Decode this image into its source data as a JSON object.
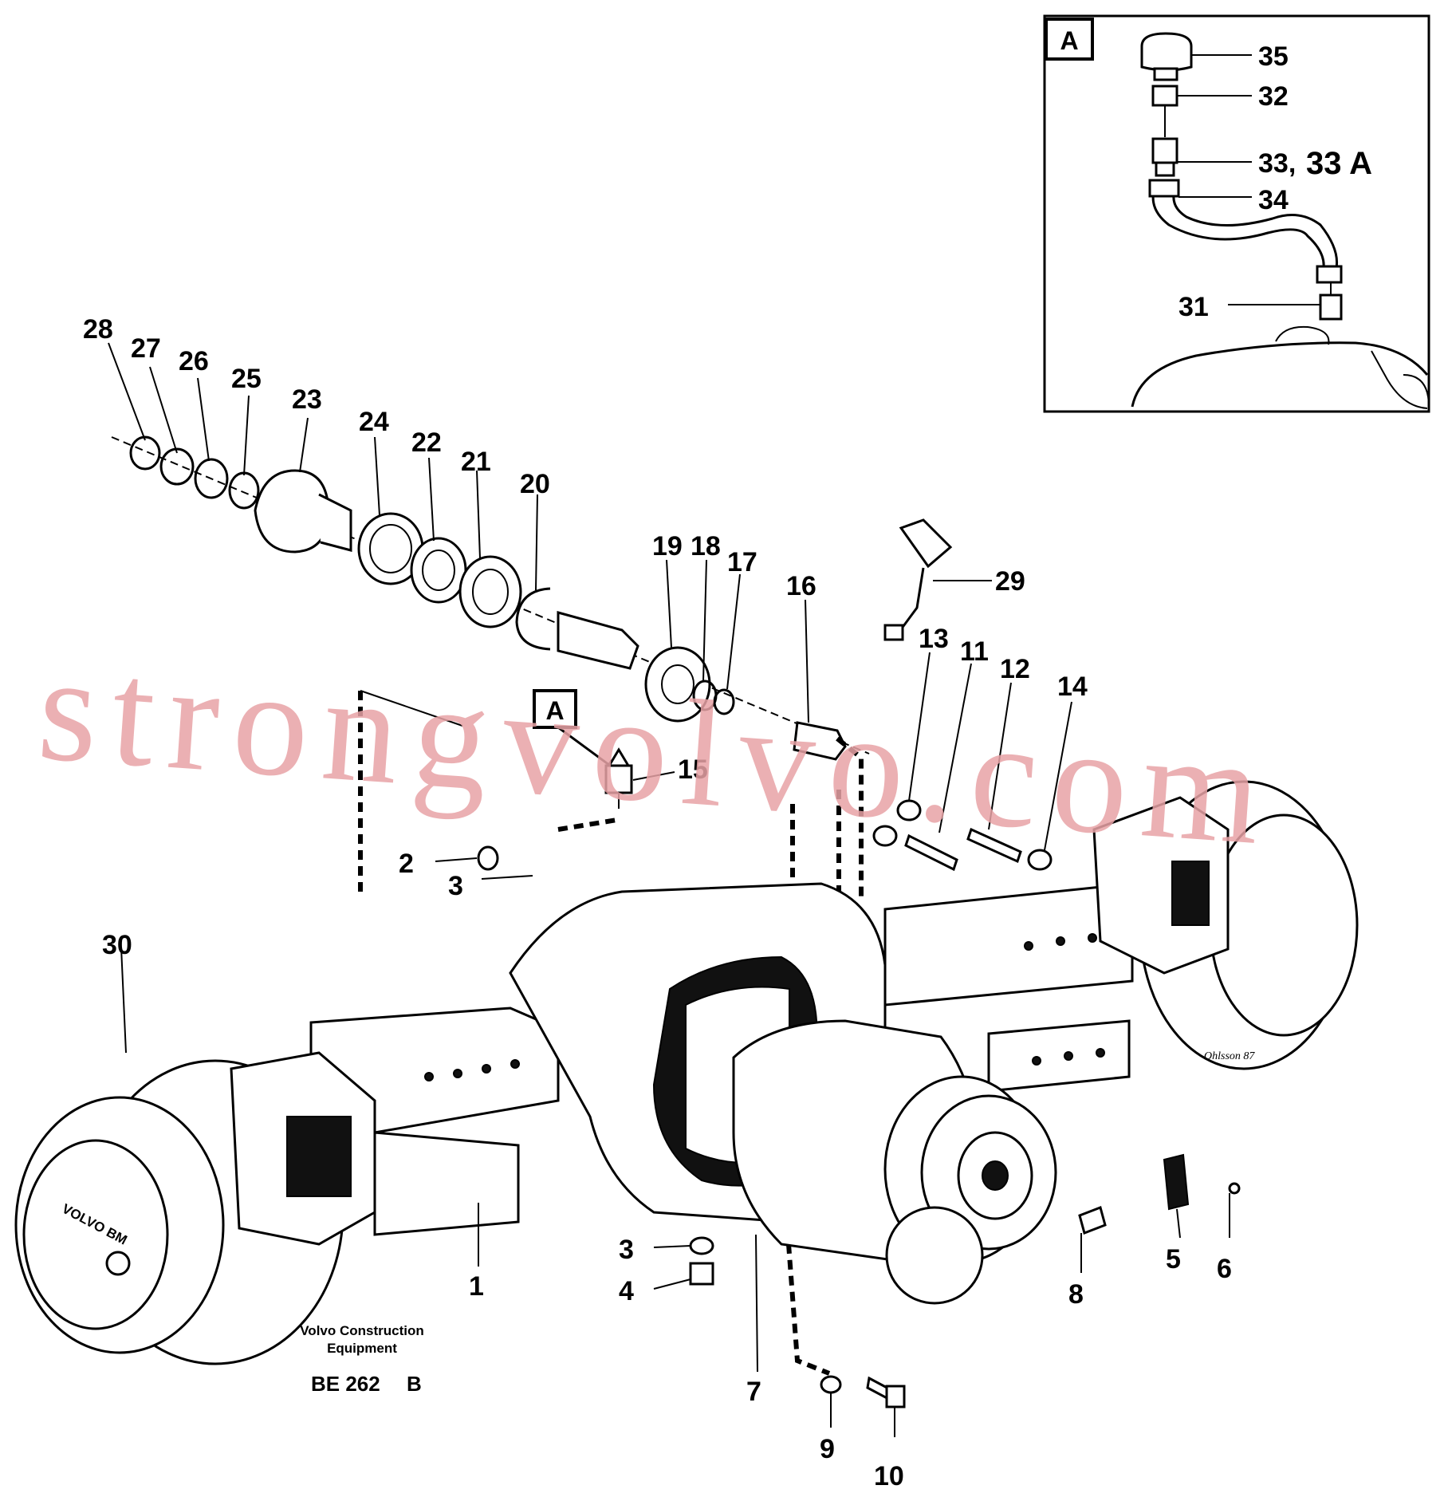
{
  "inset": {
    "label": "A",
    "callouts": [
      "35",
      "32",
      "33,",
      "33 A",
      "34",
      "31"
    ]
  },
  "detail_ref": {
    "label": "A"
  },
  "callouts": {
    "c1": "1",
    "c2": "2",
    "c3a": "3",
    "c3b": "3",
    "c4": "4",
    "c5": "5",
    "c6": "6",
    "c7": "7",
    "c8": "8",
    "c9": "9",
    "c10": "10",
    "c11": "11",
    "c12": "12",
    "c13": "13",
    "c14": "14",
    "c15": "15",
    "c16": "16",
    "c17": "17",
    "c18": "18",
    "c19": "19",
    "c20": "20",
    "c21": "21",
    "c22": "22",
    "c23": "23",
    "c24": "24",
    "c25": "25",
    "c26": "26",
    "c27": "27",
    "c28": "28",
    "c29": "29",
    "c30": "30"
  },
  "caption": {
    "line1": "Volvo Construction",
    "line2": "Equipment",
    "code": "BE 262",
    "rev": "B"
  },
  "signature": "Ohlsson 87",
  "watermark": {
    "text": "strongvolvo.com",
    "color": "#e8a3a6"
  },
  "hub_logo": "VOLVO BM"
}
